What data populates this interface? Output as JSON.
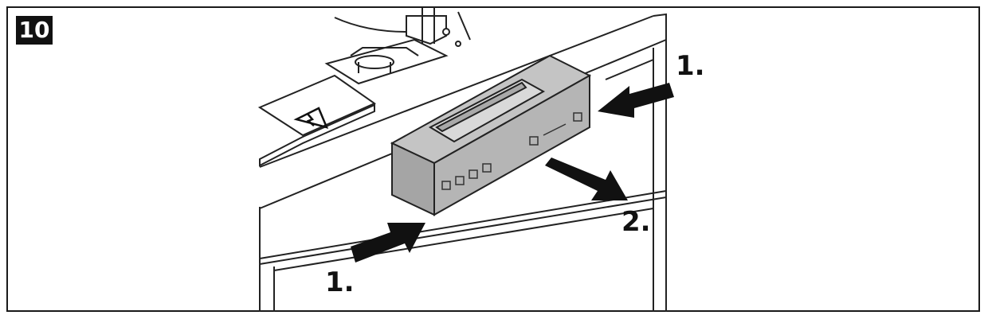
{
  "step_number": "10",
  "callouts": {
    "push_right": "1.",
    "push_left": "1.",
    "pull_out": "2."
  },
  "colors": {
    "line": "#222222",
    "module_fill": "#b9b9b9",
    "module_dark": "#9e9e9e",
    "arrow": "#111111"
  }
}
